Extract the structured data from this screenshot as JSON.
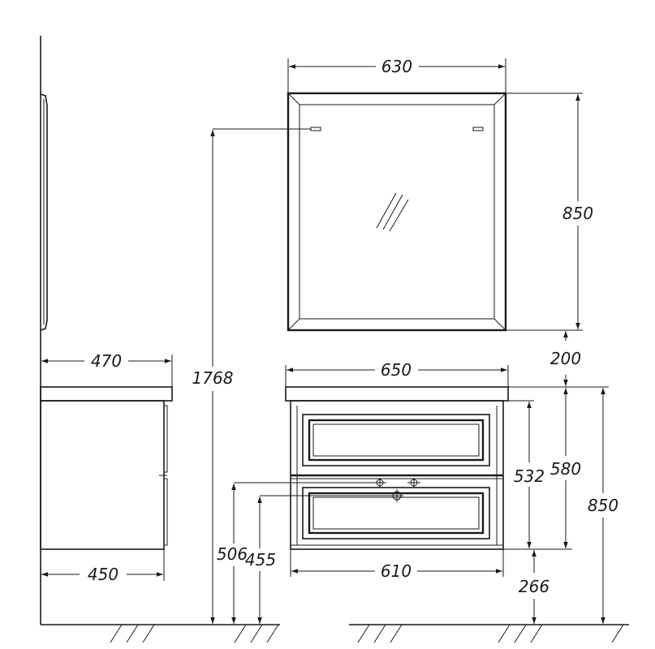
{
  "drawing": {
    "type": "technical-dimension-drawing",
    "line_color": "#1a1a1a",
    "background": "#ffffff",
    "dimensions": {
      "mirror_width": "630",
      "mirror_height": "850",
      "mirror_gap": "200",
      "mirror_mount_height": "1768",
      "side_top_depth": "470",
      "side_base_depth": "450",
      "cabinet_top_width": "650",
      "cabinet_body_width": "610",
      "cabinet_body_height": "532",
      "cabinet_total_height": "580",
      "overall_height": "850",
      "floor_clearance": "266",
      "pipe_height_upper": "506",
      "pipe_height_lower": "455"
    }
  }
}
